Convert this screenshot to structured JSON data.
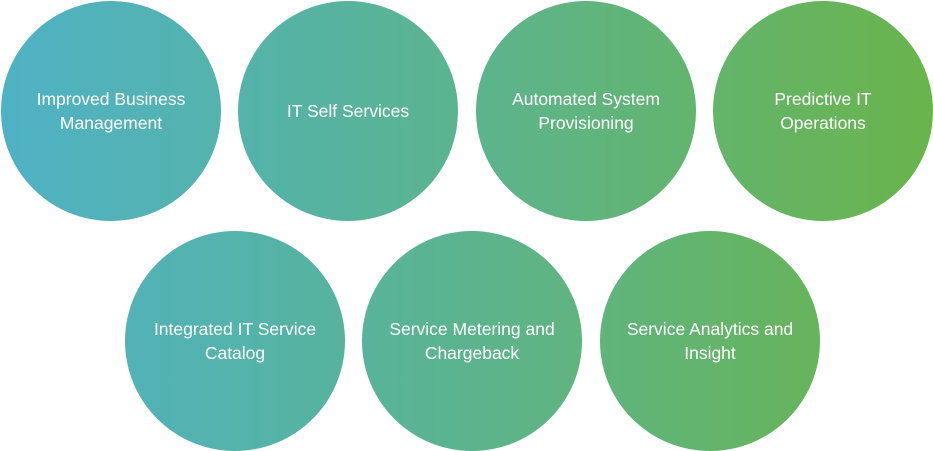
{
  "nodes": [
    {
      "label": "Improved Business Management"
    },
    {
      "label": "IT Self Services"
    },
    {
      "label": "Automated System Provisioning"
    },
    {
      "label": "Predictive IT Operations"
    },
    {
      "label": "Integrated IT Service Catalog"
    },
    {
      "label": "Service Metering and Chargeback"
    },
    {
      "label": "Service Analytics and Insight"
    }
  ],
  "colors": {
    "gradient_start": "#4fb2c5",
    "gradient_mid_1": "#55b3a6",
    "gradient_mid_2": "#5fb482",
    "gradient_end": "#6ab44c",
    "text": "#ffffff"
  }
}
